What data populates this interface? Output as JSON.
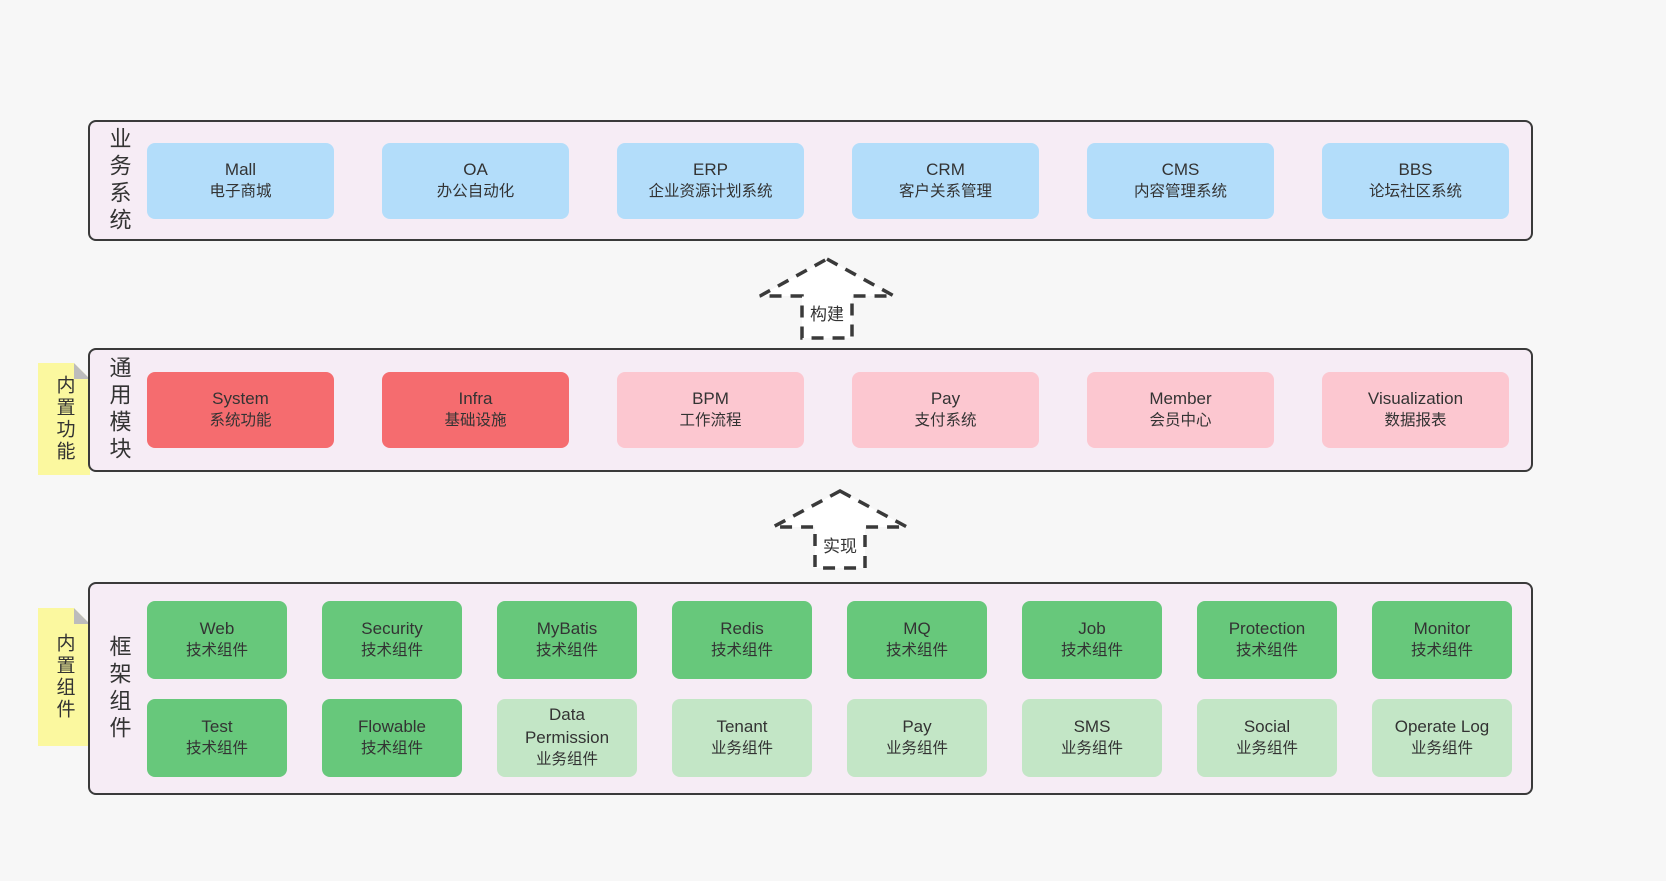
{
  "palette": {
    "page_bg": "#f7f7f7",
    "layer_bg": "#f6ecf5",
    "layer_border": "#3a3a3a",
    "blue": "#b3ddfa",
    "red": "#f56c6f",
    "pink": "#fcc7d0",
    "green": "#67c87b",
    "light_green": "#c3e6c6",
    "sticky_yellow": "#fbf89f",
    "fold_gray": "#bcbcbc",
    "text": "#333333",
    "arrow_fill": "#ffffff"
  },
  "arrows": [
    {
      "label": "构建"
    },
    {
      "label": "实现"
    }
  ],
  "layers": [
    {
      "label": "业务系统",
      "rows": [
        [
          {
            "title": "Mall",
            "subtitle": "电子商城",
            "variant": "blue"
          },
          {
            "title": "OA",
            "subtitle": "办公自动化",
            "variant": "blue"
          },
          {
            "title": "ERP",
            "subtitle": "企业资源计划系统",
            "variant": "blue"
          },
          {
            "title": "CRM",
            "subtitle": "客户关系管理",
            "variant": "blue"
          },
          {
            "title": "CMS",
            "subtitle": "内容管理系统",
            "variant": "blue"
          },
          {
            "title": "BBS",
            "subtitle": "论坛社区系统",
            "variant": "blue"
          }
        ]
      ]
    },
    {
      "label": "通用模块",
      "sticky": "内置功能",
      "rows": [
        [
          {
            "title": "System",
            "subtitle": "系统功能",
            "variant": "red"
          },
          {
            "title": "Infra",
            "subtitle": "基础设施",
            "variant": "red"
          },
          {
            "title": "BPM",
            "subtitle": "工作流程",
            "variant": "pink"
          },
          {
            "title": "Pay",
            "subtitle": "支付系统",
            "variant": "pink"
          },
          {
            "title": "Member",
            "subtitle": "会员中心",
            "variant": "pink"
          },
          {
            "title": "Visualization",
            "subtitle": "数据报表",
            "variant": "pink"
          }
        ]
      ]
    },
    {
      "label": "框架组件",
      "sticky": "内置组件",
      "rows": [
        [
          {
            "title": "Web",
            "subtitle": "技术组件",
            "variant": "green"
          },
          {
            "title": "Security",
            "subtitle": "技术组件",
            "variant": "green"
          },
          {
            "title": "MyBatis",
            "subtitle": "技术组件",
            "variant": "green"
          },
          {
            "title": "Redis",
            "subtitle": "技术组件",
            "variant": "green"
          },
          {
            "title": "MQ",
            "subtitle": "技术组件",
            "variant": "green"
          },
          {
            "title": "Job",
            "subtitle": "技术组件",
            "variant": "green"
          },
          {
            "title": "Protection",
            "subtitle": "技术组件",
            "variant": "green"
          },
          {
            "title": "Monitor",
            "subtitle": "技术组件",
            "variant": "green"
          }
        ],
        [
          {
            "title": "Test",
            "subtitle": "技术组件",
            "variant": "green"
          },
          {
            "title": "Flowable",
            "subtitle": "技术组件",
            "variant": "green"
          },
          {
            "title": "Data Permission",
            "subtitle": "业务组件",
            "variant": "light-green"
          },
          {
            "title": "Tenant",
            "subtitle": "业务组件",
            "variant": "light-green"
          },
          {
            "title": "Pay",
            "subtitle": "业务组件",
            "variant": "light-green"
          },
          {
            "title": "SMS",
            "subtitle": "业务组件",
            "variant": "light-green"
          },
          {
            "title": "Social",
            "subtitle": "业务组件",
            "variant": "light-green"
          },
          {
            "title": "Operate Log",
            "subtitle": "业务组件",
            "variant": "light-green"
          }
        ]
      ]
    }
  ]
}
